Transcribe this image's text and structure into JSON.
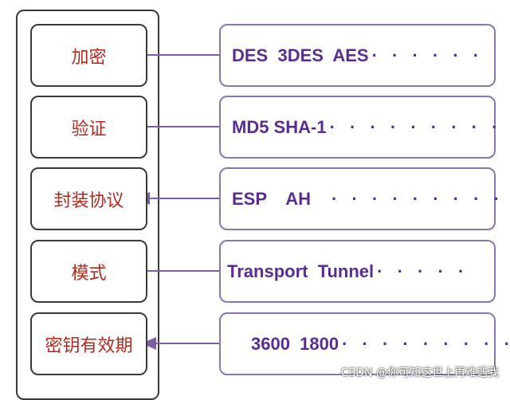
{
  "rows": [
    {
      "label": "加密",
      "spec": "DES  3DES  AES",
      "dots": "· · · · · ·"
    },
    {
      "label": "验证",
      "spec": "MD5 SHA-1",
      "dots": "· · · · · · · · · ·"
    },
    {
      "label": "封装协议",
      "spec": "ESP    AH",
      "dots": "· · · · · · · · · ·"
    },
    {
      "label": "模式",
      "spec": "Transport  Tunnel",
      "dots": "· · · · ·"
    },
    {
      "label": "密钥有效期",
      "spec": "3600  1800",
      "dots": "· · · · · · · · · ·"
    }
  ],
  "watermark": "CSDN @你可知这世上再难遇我",
  "colors": {
    "label": "#b32a1f",
    "spec": "#5a2d8f",
    "arrow": "#7b5ea7",
    "border": "#3a3a3a"
  }
}
